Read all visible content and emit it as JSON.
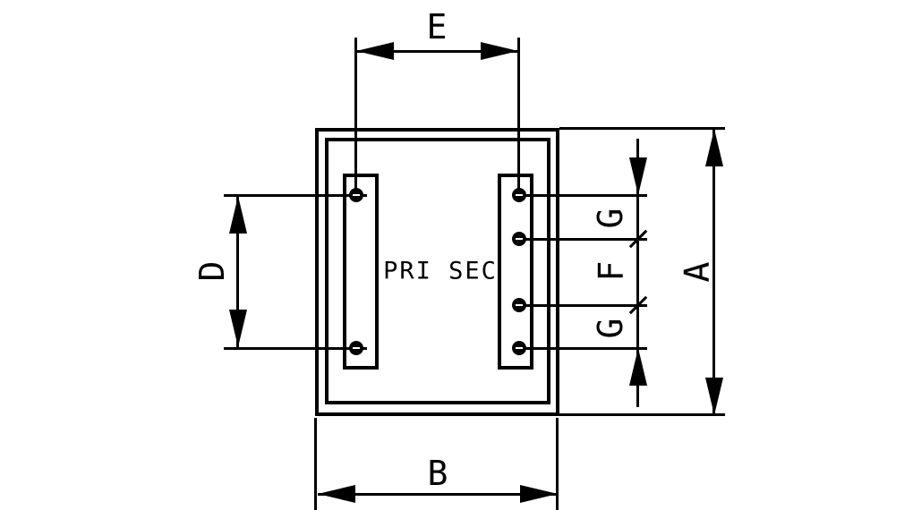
{
  "diagram": {
    "type": "transformer-footprint-dimension-drawing",
    "component_label": "PRI SEC",
    "primary_pin_count": 2,
    "secondary_pin_count": 4,
    "dimensions": {
      "e": "E",
      "b": "B",
      "d": "D",
      "g_upper": "G",
      "f": "F",
      "g_lower": "G",
      "a": "A"
    },
    "colors": {
      "line": "#000000",
      "background": "#ffffff"
    }
  }
}
